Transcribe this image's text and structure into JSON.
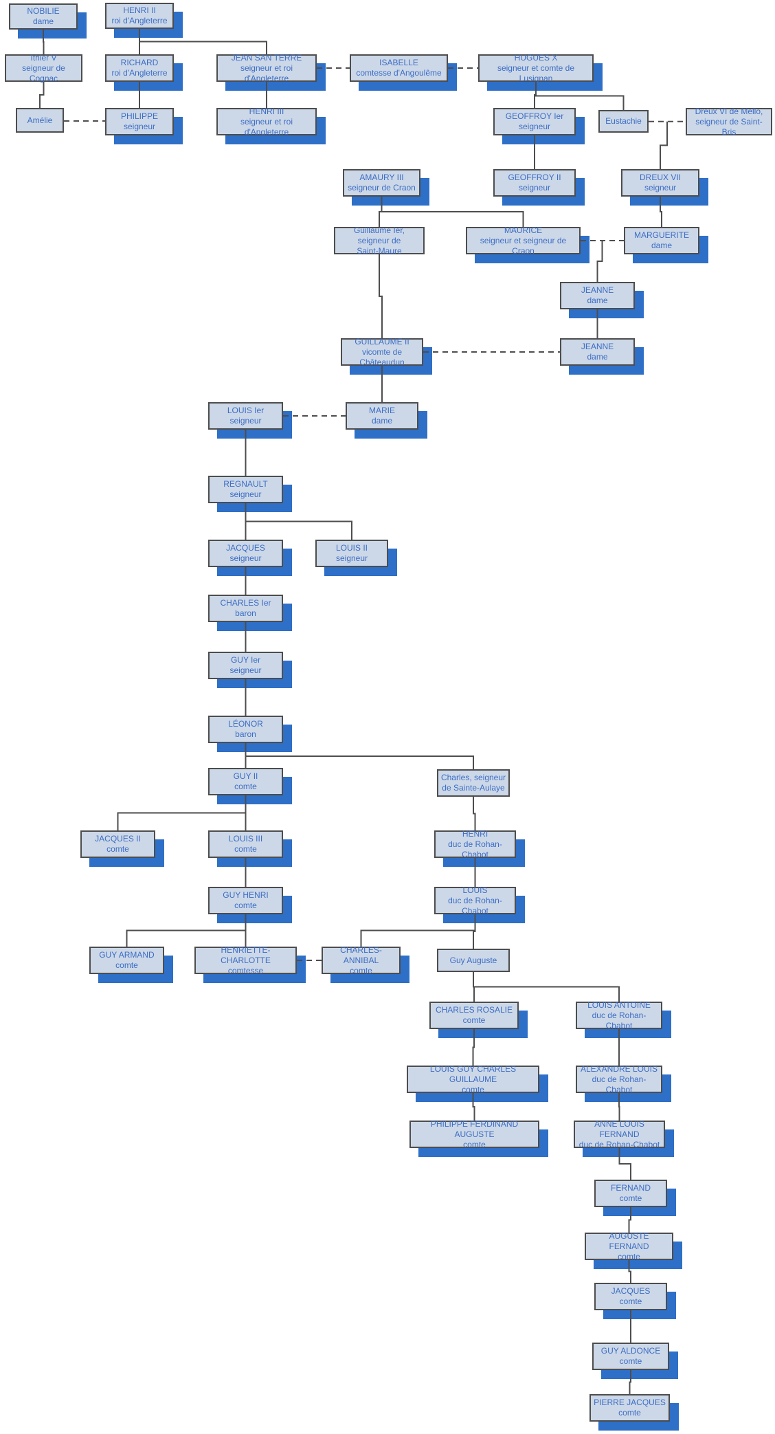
{
  "diagram": {
    "type": "family-tree",
    "colors": {
      "node_fill": "#ccd8e7",
      "node_border": "#4d4d4d",
      "node_text": "#3d6dc6",
      "node_shadow": "#2e6fc8",
      "connector_line": "#4d4d4d",
      "background": "#ffffff"
    },
    "nodes": [
      {
        "id": "nobilie",
        "name": "NOBILIE",
        "title": "dame",
        "shadow": true
      },
      {
        "id": "henri2",
        "name": "HENRI II",
        "title": "roi d'Angleterre",
        "shadow": true
      },
      {
        "id": "ithier5",
        "name": "Ithier V",
        "title": "seigneur de Cognac",
        "shadow": false
      },
      {
        "id": "richard",
        "name": "RICHARD",
        "title": "roi d'Angleterre",
        "shadow": true
      },
      {
        "id": "jean",
        "name": "JEAN SAN TERRE",
        "title": "seigneur et roi d'Angleterre",
        "shadow": true
      },
      {
        "id": "isabelle",
        "name": "ISABELLE",
        "title": "comtesse d'Angoulême",
        "shadow": true
      },
      {
        "id": "hugues10",
        "name": "HUGUES X",
        "title": "seigneur et comte de Lusignan",
        "shadow": true
      },
      {
        "id": "amelie",
        "name": "Amélie",
        "title": "",
        "shadow": false
      },
      {
        "id": "philippe",
        "name": "PHILIPPE",
        "title": "seigneur",
        "shadow": true
      },
      {
        "id": "henri3",
        "name": "HENRI III",
        "title": "seigneur et roi d'Angleterre",
        "shadow": true
      },
      {
        "id": "geoffroy1",
        "name": "GEOFFROY Ier",
        "title": "seigneur",
        "shadow": true
      },
      {
        "id": "eustachie",
        "name": "Eustachie",
        "title": "",
        "shadow": false
      },
      {
        "id": "dreux6",
        "name": "Dreux VI de Mello,",
        "title": "seigneur de Saint-Bris",
        "shadow": false
      },
      {
        "id": "amaury3",
        "name": "AMAURY III",
        "title": "seigneur de Craon",
        "shadow": true
      },
      {
        "id": "geoffroy2",
        "name": "GEOFFROY II",
        "title": "seigneur",
        "shadow": true
      },
      {
        "id": "dreux7",
        "name": "DREUX VII",
        "title": "seigneur",
        "shadow": true
      },
      {
        "id": "guillaume1",
        "name": "Guillaume Ier, seigneur de",
        "title": "Saint-Maure",
        "shadow": false
      },
      {
        "id": "maurice",
        "name": "MAURICE",
        "title": "seigneur et seigneur de Craon",
        "shadow": true
      },
      {
        "id": "marguerite",
        "name": "MARGUERITE",
        "title": "dame",
        "shadow": true
      },
      {
        "id": "jeanne1",
        "name": "JEANNE",
        "title": "dame",
        "shadow": true
      },
      {
        "id": "guillaume2",
        "name": "GUILLAUME II",
        "title": "vicomte de Châteaudun",
        "shadow": true
      },
      {
        "id": "jeanne2",
        "name": "JEANNE",
        "title": "dame",
        "shadow": true
      },
      {
        "id": "louis1",
        "name": "LOUIS Ier",
        "title": "seigneur",
        "shadow": true
      },
      {
        "id": "marie",
        "name": "MARIE",
        "title": "dame",
        "shadow": true
      },
      {
        "id": "regnault",
        "name": "REGNAULT",
        "title": "seigneur",
        "shadow": true
      },
      {
        "id": "jacques1",
        "name": "JACQUES",
        "title": "seigneur",
        "shadow": true
      },
      {
        "id": "louis2",
        "name": "LOUIS II",
        "title": "seigneur",
        "shadow": true
      },
      {
        "id": "charles1",
        "name": "CHARLES Ier",
        "title": "baron",
        "shadow": true
      },
      {
        "id": "guy1",
        "name": "GUY Ier",
        "title": "seigneur",
        "shadow": true
      },
      {
        "id": "leonor",
        "name": "LÉONOR",
        "title": "baron",
        "shadow": true
      },
      {
        "id": "guy2",
        "name": "GUY II",
        "title": "comte",
        "shadow": true
      },
      {
        "id": "charlesSA",
        "name": "Charles, seigneur",
        "title": "de Sainte-Aulaye",
        "shadow": false
      },
      {
        "id": "jacques2",
        "name": "JACQUES II",
        "title": "comte",
        "shadow": true
      },
      {
        "id": "louis3",
        "name": "LOUIS III",
        "title": "comte",
        "shadow": true
      },
      {
        "id": "henriRC",
        "name": "HENRI",
        "title": "duc de Rohan-Chabot",
        "shadow": true
      },
      {
        "id": "guyhenri",
        "name": "GUY HENRI",
        "title": "comte",
        "shadow": true
      },
      {
        "id": "louisRC",
        "name": "LOUIS",
        "title": "duc de Rohan-Chabot",
        "shadow": true
      },
      {
        "id": "guyarmand",
        "name": "GUY ARMAND",
        "title": "comte",
        "shadow": true
      },
      {
        "id": "henriette",
        "name": "HENRIETTE-CHARLOTTE",
        "title": "comtesse",
        "shadow": true
      },
      {
        "id": "charlesannibal",
        "name": "CHARLES-ANNIBAL",
        "title": "comte",
        "shadow": true
      },
      {
        "id": "guyauguste",
        "name": "Guy Auguste",
        "title": "",
        "shadow": false
      },
      {
        "id": "charlesrosalie",
        "name": "CHARLES ROSALIE",
        "title": "comte",
        "shadow": true
      },
      {
        "id": "louisantoine",
        "name": "LOUIS ANTOINE",
        "title": "duc de Rohan-Chabot",
        "shadow": true
      },
      {
        "id": "louisguy",
        "name": "LOUIS GUY CHARLES GUILLAUME",
        "title": "comte",
        "shadow": true
      },
      {
        "id": "alexandrelouis",
        "name": "ALEXANDRE LOUIS",
        "title": "duc de Rohan-Chabot",
        "shadow": true
      },
      {
        "id": "philippeferdinand",
        "name": "PHILIPPE FERDINAND AUGUSTE",
        "title": "comte",
        "shadow": true
      },
      {
        "id": "annelouis",
        "name": "ANNE LOUIS FERNAND",
        "title": "duc de Rohan-Chabot",
        "shadow": true
      },
      {
        "id": "fernand",
        "name": "FERNAND",
        "title": "comte",
        "shadow": true
      },
      {
        "id": "augustefernand",
        "name": "AUGUSTE FERNAND",
        "title": "comte",
        "shadow": true
      },
      {
        "id": "jacques3",
        "name": "JACQUES",
        "title": "comte",
        "shadow": true
      },
      {
        "id": "guyaldonce",
        "name": "GUY ALDONCE",
        "title": "comte",
        "shadow": true
      },
      {
        "id": "pierrejacques",
        "name": "PIERRE JACQUES",
        "title": "comte",
        "shadow": true
      }
    ],
    "relations": {
      "marriages": [
        {
          "a": "jean",
          "b": "isabelle"
        },
        {
          "a": "isabelle",
          "b": "hugues10"
        },
        {
          "a": "amelie",
          "b": "philippe"
        },
        {
          "a": "eustachie",
          "b": "dreux6"
        },
        {
          "a": "maurice",
          "b": "marguerite"
        },
        {
          "a": "guillaume2",
          "b": "jeanne2"
        },
        {
          "a": "louis1",
          "b": "marie"
        },
        {
          "a": "henriette",
          "b": "charlesannibal"
        }
      ],
      "parent_child": [
        {
          "parent": "nobilie",
          "child": "ithier5"
        },
        {
          "parent": "ithier5",
          "child": "amelie"
        },
        {
          "parent": "henri2",
          "child": "richard"
        },
        {
          "parent": "henri2",
          "child": "jean"
        },
        {
          "parent": "richard",
          "child": "philippe"
        },
        {
          "parent": "jean",
          "child": "henri3"
        },
        {
          "parent": "hugues10",
          "child": "geoffroy1"
        },
        {
          "parent": "hugues10",
          "child": "eustachie"
        },
        {
          "parent": "geoffroy1",
          "child": "geoffroy2"
        },
        {
          "parent": "dreux7",
          "child": "marguerite"
        },
        {
          "parent": "amaury3",
          "child": "guillaume1"
        },
        {
          "parent": "amaury3",
          "child": "maurice"
        },
        {
          "parent": "jeanne1",
          "child": "jeanne2"
        },
        {
          "parent": "guillaume1",
          "child": "guillaume2"
        },
        {
          "parent": "guillaume2",
          "child": "marie"
        },
        {
          "parent": "louis1",
          "child": "regnault"
        },
        {
          "parent": "regnault",
          "child": "jacques1"
        },
        {
          "parent": "regnault",
          "child": "louis2"
        },
        {
          "parent": "jacques1",
          "child": "charles1"
        },
        {
          "parent": "charles1",
          "child": "guy1"
        },
        {
          "parent": "guy1",
          "child": "leonor"
        },
        {
          "parent": "leonor",
          "child": "guy2"
        },
        {
          "parent": "leonor",
          "child": "charlesSA"
        },
        {
          "parent": "guy2",
          "child": "jacques2"
        },
        {
          "parent": "guy2",
          "child": "louis3"
        },
        {
          "parent": "charlesSA",
          "child": "henriRC"
        },
        {
          "parent": "louis3",
          "child": "guyhenri"
        },
        {
          "parent": "henriRC",
          "child": "louisRC"
        },
        {
          "parent": "guyhenri",
          "child": "guyarmand"
        },
        {
          "parent": "guyhenri",
          "child": "henriette"
        },
        {
          "parent": "louisRC",
          "child": "charlesannibal"
        },
        {
          "parent": "louisRC",
          "child": "guyauguste"
        },
        {
          "parent": "guyauguste",
          "child": "charlesrosalie"
        },
        {
          "parent": "guyauguste",
          "child": "louisantoine"
        },
        {
          "parent": "charlesrosalie",
          "child": "louisguy"
        },
        {
          "parent": "louisguy",
          "child": "philippeferdinand"
        },
        {
          "parent": "louisantoine",
          "child": "alexandrelouis"
        },
        {
          "parent": "alexandrelouis",
          "child": "annelouis"
        },
        {
          "parent": "annelouis",
          "child": "fernand"
        },
        {
          "parent": "fernand",
          "child": "augustefernand"
        },
        {
          "parent": "augustefernand",
          "child": "jacques3"
        },
        {
          "parent": "jacques3",
          "child": "guyaldonce"
        },
        {
          "parent": "guyaldonce",
          "child": "pierrejacques"
        }
      ],
      "couple_children": [
        {
          "parents": [
            "eustachie",
            "dreux6"
          ],
          "child": "dreux7"
        },
        {
          "parents": [
            "maurice",
            "marguerite"
          ],
          "child": "jeanne1"
        }
      ]
    }
  }
}
